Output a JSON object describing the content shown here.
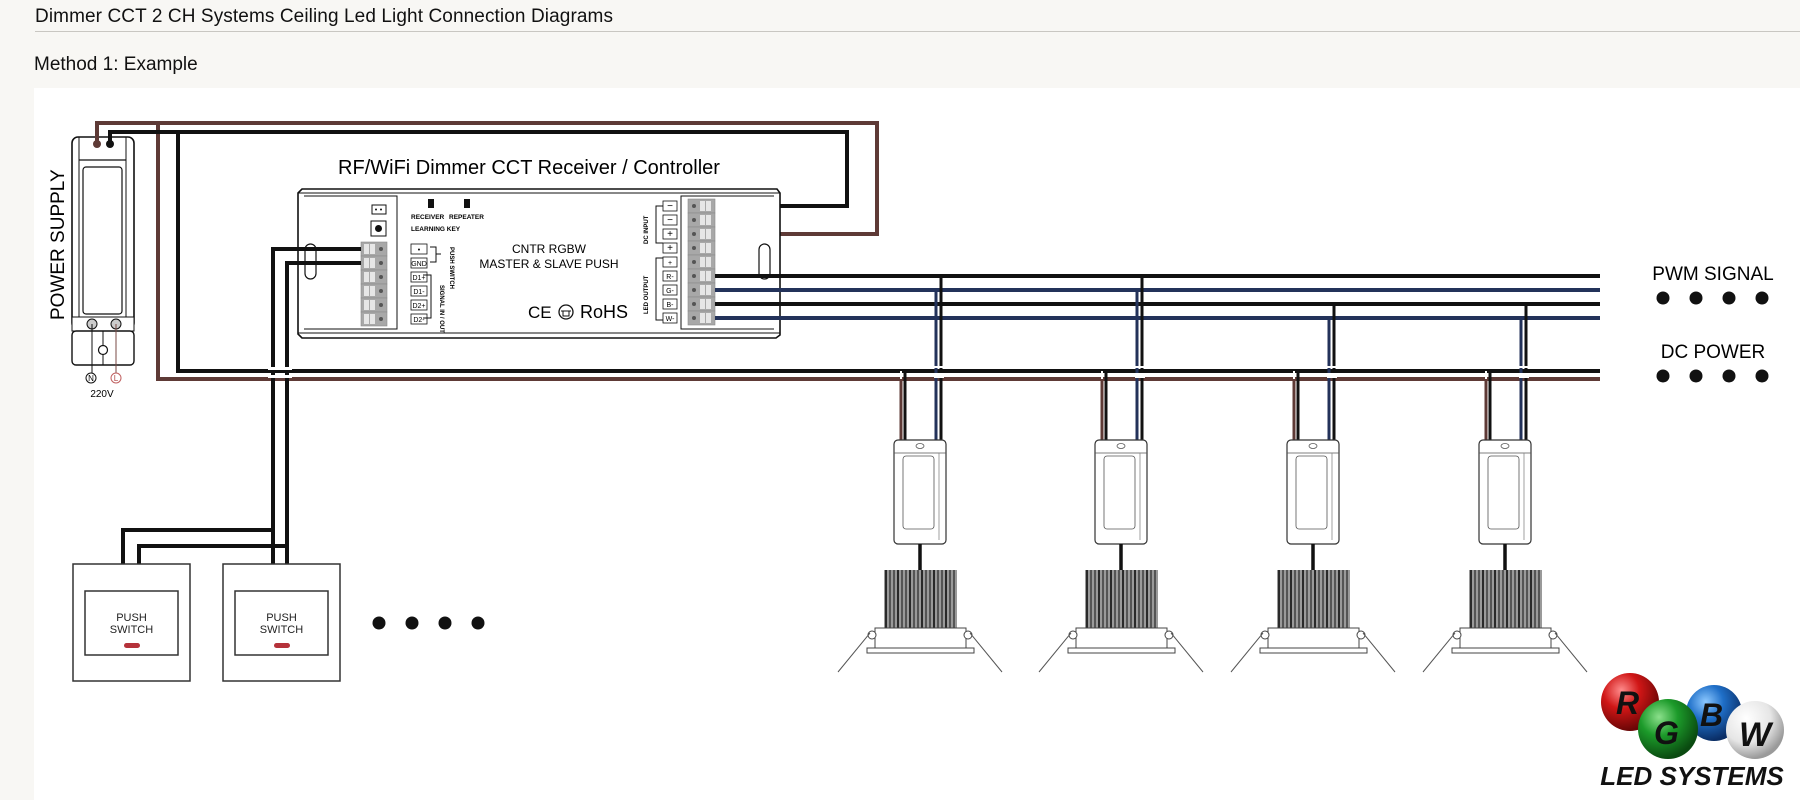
{
  "page": {
    "title": "Dimmer  CCT 2 CH  Systems Ceiling Led Light Connection Diagrams",
    "section_title": "Method 1: Example"
  },
  "power_supply": {
    "label": "POWER SUPPLY",
    "voltage": "220V",
    "terminal_n": "N",
    "terminal_l": "L"
  },
  "controller": {
    "title": "RF/WiFi Dimmer CCT Receiver / Controller",
    "model_line1": "CNTR RGBW",
    "model_line2": "MASTER & SLAVE PUSH",
    "certifications": "CE Ⓡ RoHS",
    "cert_ce": "CE",
    "cert_rohs": "RoHS",
    "receiver_label": "RECEIVER",
    "repeater_label": "REPEATER",
    "learning_key_label": "LEARNING KEY",
    "push_switch_label": "PUSH SWITCH",
    "signal_label": "SIGNAL IN / OUT",
    "left_terminals": [
      "•",
      "GND",
      "D1+",
      "D1-",
      "D2+",
      "D2-"
    ],
    "dc_input_label": "DC INPUT",
    "dc_input_terminals": [
      "−",
      "−",
      "+",
      "+"
    ],
    "led_output_label": "LED OUTPUT",
    "led_output_terminals": [
      "+",
      "R-",
      "G-",
      "B-",
      "W-"
    ]
  },
  "bus_labels": {
    "pwm_signal": "PWM SIGNAL",
    "dc_power": "DC POWER"
  },
  "switches": [
    {
      "label_line1": "PUSH",
      "label_line2": "SWITCH"
    },
    {
      "label_line1": "PUSH",
      "label_line2": "SWITCH"
    }
  ],
  "light_count": 4,
  "colors": {
    "wire_black": "#111111",
    "wire_brown": "#5e3a36",
    "wire_blue": "#23325a",
    "terminal_gray": "#a8a8a8",
    "switch_led": "#b5323a"
  },
  "logo": {
    "letters": [
      "R",
      "G",
      "B",
      "W"
    ],
    "tagline": "LED SYSTEMS"
  }
}
